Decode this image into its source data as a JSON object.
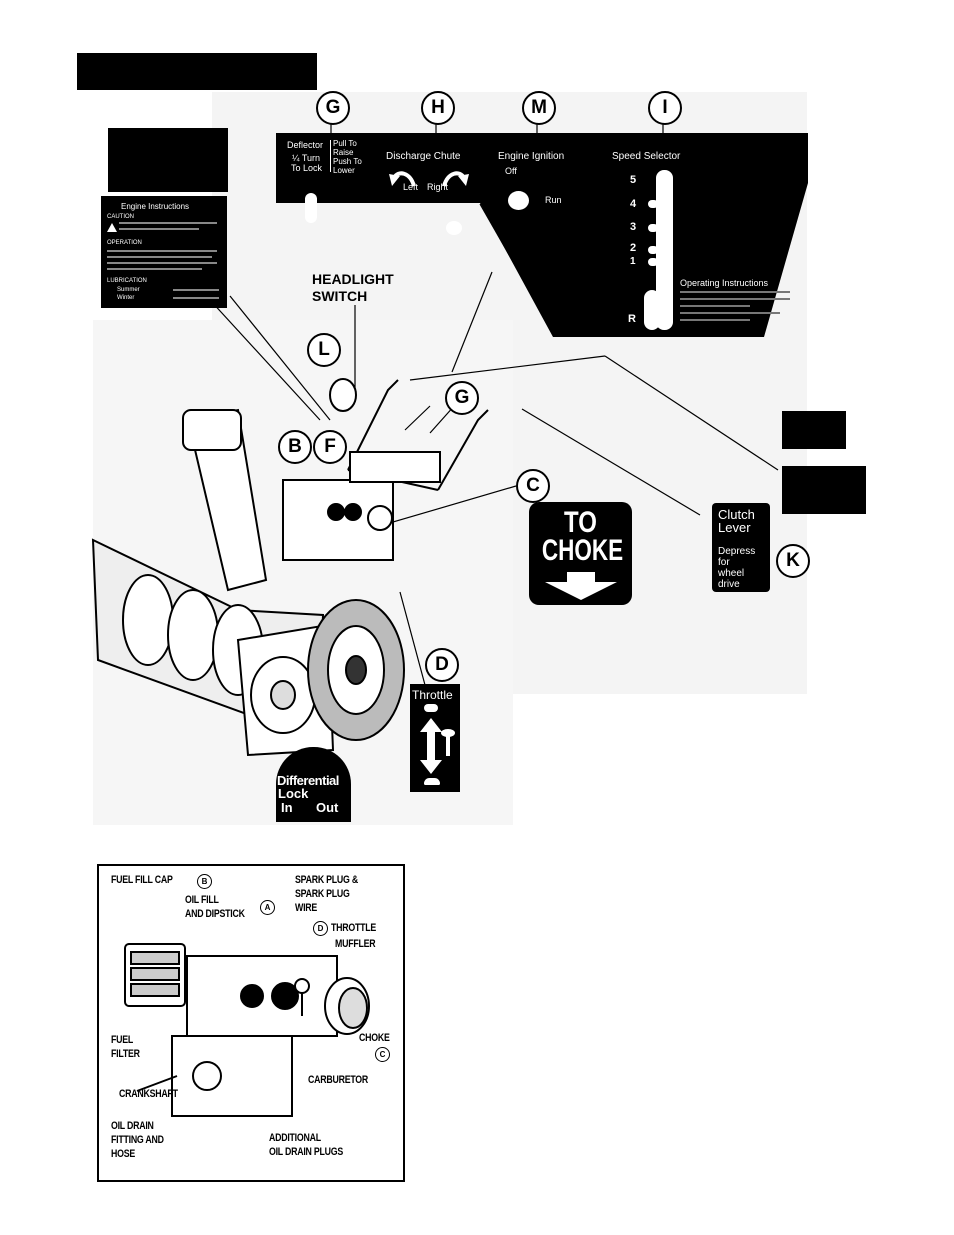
{
  "callouts": {
    "g_top": "G",
    "h": "H",
    "m": "M",
    "i": "I",
    "l": "L",
    "b": "B",
    "f": "F",
    "g_mid": "G",
    "c": "C",
    "k": "K",
    "d": "D"
  },
  "control_panel": {
    "deflector_label": "Deflector",
    "deflector_sub1": "¼ Turn",
    "deflector_sub2": "To Lock",
    "deflector_pull": "Pull To",
    "deflector_raise": "Raise",
    "deflector_push": "Push To",
    "deflector_lower": "Lower",
    "discharge_chute": "Discharge Chute",
    "chute_left": "Left",
    "chute_right": "Right",
    "engine_ignition": "Engine Ignition",
    "ignition_off": "Off",
    "ignition_run": "Run",
    "speed_selector": "Speed Selector",
    "speeds": [
      "5",
      "4",
      "3",
      "2",
      "1",
      "R"
    ],
    "operating_instructions": "Operating Instructions"
  },
  "engine_decal": {
    "title": "Engine Instructions",
    "caution": "CAUTION",
    "operation": "OPERATION",
    "lubrication": "LUBRICATION",
    "summer": "Summer",
    "winter": "Winter"
  },
  "headlight_switch": "HEADLIGHT\nSWITCH",
  "choke_decal": {
    "line1": "TO",
    "line2": "CHOKE"
  },
  "clutch_decal": {
    "line1": "Clutch",
    "line2": "Lever",
    "line3": "Depress",
    "line4": "for",
    "line5": "wheel",
    "line6": "drive"
  },
  "throttle_decal": "Throttle",
  "differential_decal": {
    "line1": "Differential",
    "line2": "Lock",
    "in": "In",
    "out": "Out"
  },
  "engine_diagram": {
    "fuel_fill_cap": "FUEL FILL CAP",
    "fuel_fill_cap_ref": "B",
    "oil_fill": "OIL FILL",
    "and_dipstick": "AND DIPSTICK",
    "oil_fill_ref": "A",
    "spark_plug": "SPARK PLUG &",
    "spark_plug_2": "SPARK PLUG",
    "spark_plug_3": "WIRE",
    "throttle_ref": "D",
    "throttle": "THROTTLE",
    "muffler": "MUFFLER",
    "fuel": "FUEL",
    "filter": "FILTER",
    "choke": "CHOKE",
    "choke_ref": "C",
    "carburetor": "CARBURETOR",
    "crankshaft": "CRANKSHAFT",
    "oil_drain_1": "OIL DRAIN",
    "oil_drain_2": "FITTING AND",
    "oil_drain_3": "HOSE",
    "additional_1": "ADDITIONAL",
    "additional_2": "OIL DRAIN PLUGS"
  }
}
